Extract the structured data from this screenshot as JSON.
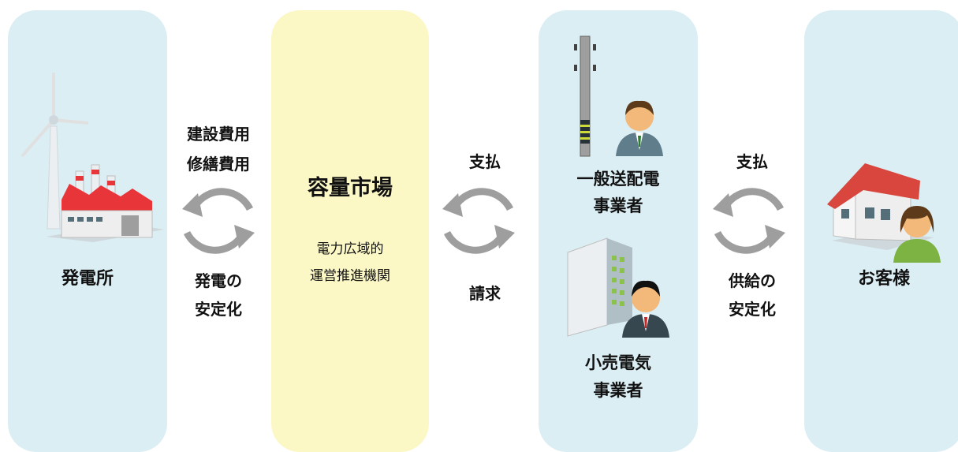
{
  "power_plant": {
    "label": "発電所"
  },
  "market_flow": {
    "top_lines": [
      "建設費用",
      "修繕費用"
    ],
    "bottom_lines": [
      "発電の",
      "安定化"
    ]
  },
  "market": {
    "title": "容量市場",
    "org_lines": [
      "電力広域的",
      "運営推進機関"
    ]
  },
  "payment_flow_left": {
    "top": "支払",
    "bottom": "請求"
  },
  "transmission": {
    "lines": [
      "一般送配電",
      "事業者"
    ]
  },
  "retail": {
    "lines": [
      "小売電気",
      "事業者"
    ]
  },
  "payment_flow_right": {
    "top": "支払",
    "bottom_lines": [
      "供給の",
      "安定化"
    ]
  },
  "customer": {
    "label": "お客様"
  },
  "colors": {
    "panel_blue": "#dbeef4",
    "panel_yellow": "#fbf8c6",
    "arrow_gray": "#9e9e9e",
    "factory_roof": "#e8353a",
    "house_roof": "#d8463d"
  }
}
